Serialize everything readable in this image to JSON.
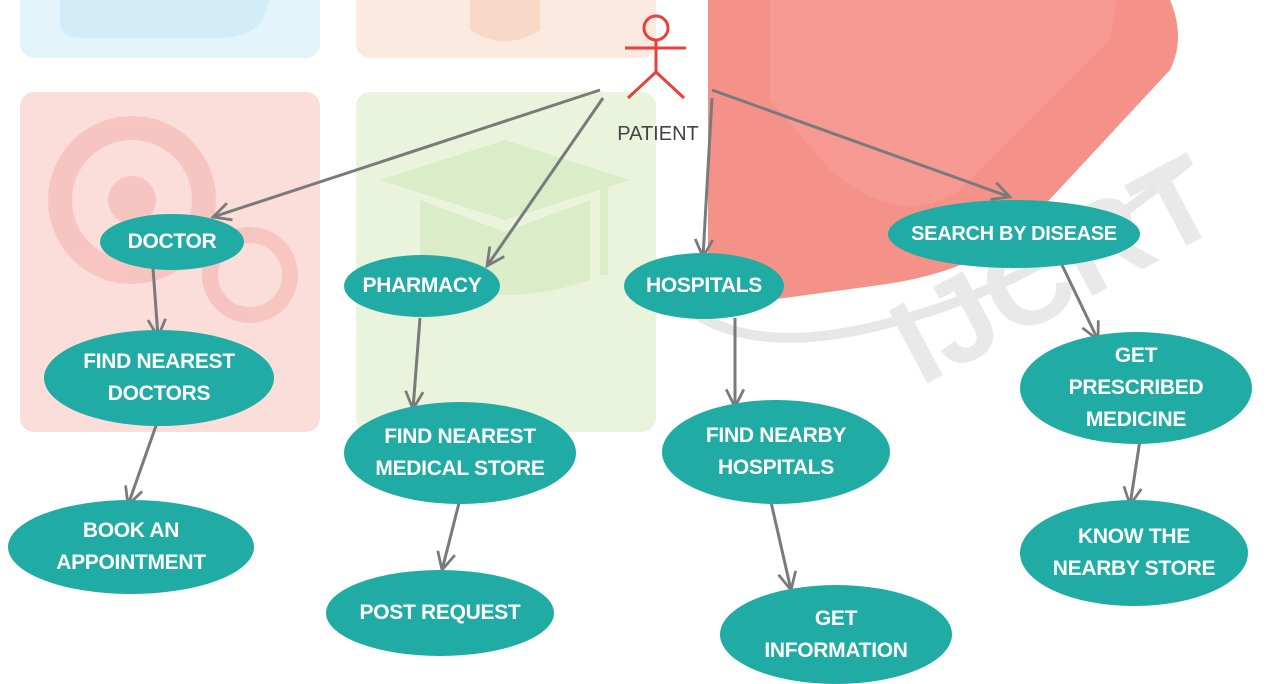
{
  "colors": {
    "node_fill": "#21ABA5",
    "edge": "#7a7a7a",
    "actor": "#E8403B",
    "watermark_blue": "#E3F4FB",
    "watermark_orange": "#FCE9DF",
    "watermark_red": "#FBDDDA",
    "watermark_green": "#EAF4DC",
    "watermark_logo": "#F27F76"
  },
  "watermark": {
    "text": "IJCRT"
  },
  "actor": {
    "label": "PATIENT",
    "icon": "stick-figure-icon"
  },
  "nodes": [
    {
      "id": "doctor",
      "label": "DOCTOR"
    },
    {
      "id": "find-nearest-doctors",
      "label": "FIND NEAREST\nDOCTORS"
    },
    {
      "id": "book-an-appointment",
      "label": "BOOK AN\nAPPOINTMENT"
    },
    {
      "id": "pharmacy",
      "label": "PHARMACY"
    },
    {
      "id": "find-nearest-medical-store",
      "label": "FIND NEAREST\nMEDICAL STORE"
    },
    {
      "id": "post-request",
      "label": "POST REQUEST"
    },
    {
      "id": "hospitals",
      "label": "HOSPITALS"
    },
    {
      "id": "find-nearby-hospitals",
      "label": "FIND NEARBY\nHOSPITALS"
    },
    {
      "id": "get-information",
      "label": "GET\nINFORMATION"
    },
    {
      "id": "search-by-disease",
      "label": "SEARCH BY DISEASE"
    },
    {
      "id": "get-prescribed-medicine",
      "label": "GET\nPRESCRIBED\nMEDICINE"
    },
    {
      "id": "know-the-nearby-store",
      "label": "KNOW THE\nNEARBY STORE"
    }
  ],
  "edges": [
    {
      "from": "patient",
      "to": "doctor"
    },
    {
      "from": "patient",
      "to": "pharmacy"
    },
    {
      "from": "patient",
      "to": "hospitals"
    },
    {
      "from": "patient",
      "to": "search-by-disease"
    },
    {
      "from": "doctor",
      "to": "find-nearest-doctors"
    },
    {
      "from": "find-nearest-doctors",
      "to": "book-an-appointment"
    },
    {
      "from": "pharmacy",
      "to": "find-nearest-medical-store"
    },
    {
      "from": "find-nearest-medical-store",
      "to": "post-request"
    },
    {
      "from": "hospitals",
      "to": "find-nearby-hospitals"
    },
    {
      "from": "find-nearby-hospitals",
      "to": "get-information"
    },
    {
      "from": "search-by-disease",
      "to": "get-prescribed-medicine"
    },
    {
      "from": "get-prescribed-medicine",
      "to": "know-the-nearby-store"
    }
  ]
}
